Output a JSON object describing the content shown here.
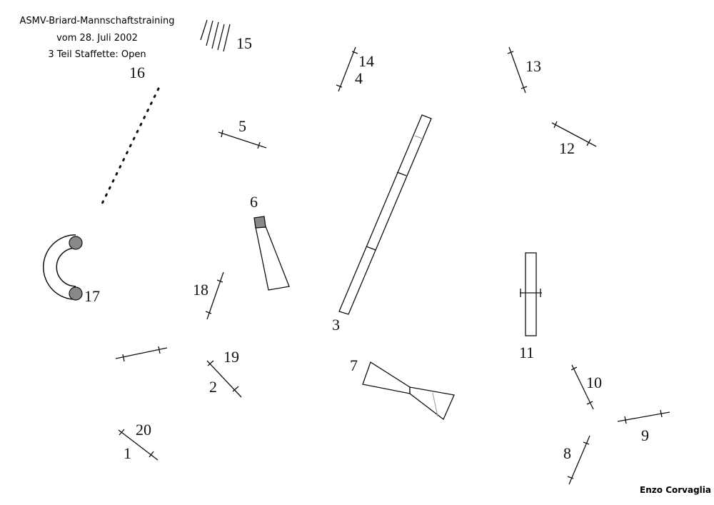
{
  "header": {
    "line1": "ASMV-Briard-Mannschaftstraining",
    "line2": "vom 28. Juli 2002",
    "line3": "3 Teil Staffette: Open"
  },
  "author": "Enzo Corvaglia",
  "numbers": {
    "n1": "1",
    "n2": "2",
    "n3": "3",
    "n4": "4",
    "n5": "5",
    "n6": "6",
    "n7": "7",
    "n8": "8",
    "n9": "9",
    "n10": "10",
    "n11": "11",
    "n12": "12",
    "n13": "13",
    "n14": "14",
    "n15": "15",
    "n16": "16",
    "n17": "17",
    "n18": "18",
    "n19": "19",
    "n20": "20"
  },
  "colors": {
    "ink": "#111111",
    "tunnel_end": "#888888",
    "tunnel_light": "#999999"
  }
}
